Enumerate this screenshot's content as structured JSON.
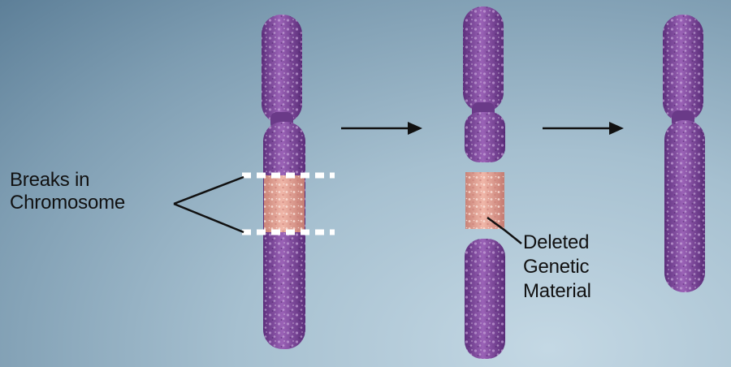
{
  "labels": {
    "breaks": [
      "Breaks in",
      "Chromosome"
    ],
    "deleted": [
      "Deleted",
      "Genetic",
      "Material"
    ]
  },
  "colors": {
    "chromosome": "#8a4fa6",
    "chromosome_dark": "#5d2f7c",
    "deleted_segment": "#e4a598",
    "break_marker": "#ffffff",
    "arrow": "#111111"
  }
}
